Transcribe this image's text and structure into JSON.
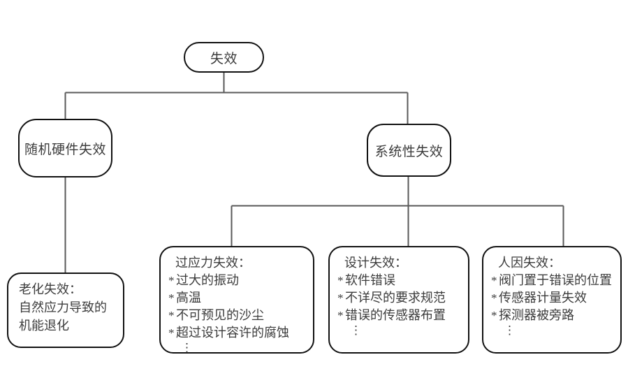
{
  "diagram": {
    "type": "tree",
    "title": "失效",
    "style": {
      "background": "#ffffff",
      "node_border": "#111111",
      "edge_color": "#5a5a5a",
      "text_color": "#3c3c3c"
    },
    "bullet_symbol": "*",
    "ellipsis_symbol": "⋮",
    "root": {
      "label": "失效"
    },
    "level2": [
      {
        "label": "随机硬件失效"
      },
      {
        "label": "系统性失效"
      }
    ],
    "leaves": [
      {
        "heading": "老化失效：",
        "lines": [
          "自然应力导致的",
          "机能退化"
        ],
        "items": [],
        "has_ellipsis": false
      },
      {
        "heading": "过应力失效：",
        "lines": [],
        "items": [
          "过大的振动",
          "高温",
          "不可预见的沙尘",
          "超过设计容许的腐蚀"
        ],
        "has_ellipsis": true
      },
      {
        "heading": "设计失效：",
        "lines": [],
        "items": [
          " 软件错误",
          "不详尽的要求规范",
          "错误的传感器布置"
        ],
        "has_ellipsis": true
      },
      {
        "heading": "人因失效：",
        "lines": [],
        "items": [
          "阀门置于错误的位置",
          "传感器计量失效",
          "探测器被旁路"
        ],
        "has_ellipsis": true
      }
    ],
    "edges": [
      {
        "from": "失效",
        "to": "随机硬件失效"
      },
      {
        "from": "失效",
        "to": "系统性失效"
      },
      {
        "from": "随机硬件失效",
        "to": "老化失效："
      },
      {
        "from": "系统性失效",
        "to": "过应力失效："
      },
      {
        "from": "系统性失效",
        "to": "设计失效："
      },
      {
        "from": "系统性失效",
        "to": "人因失效："
      }
    ]
  }
}
